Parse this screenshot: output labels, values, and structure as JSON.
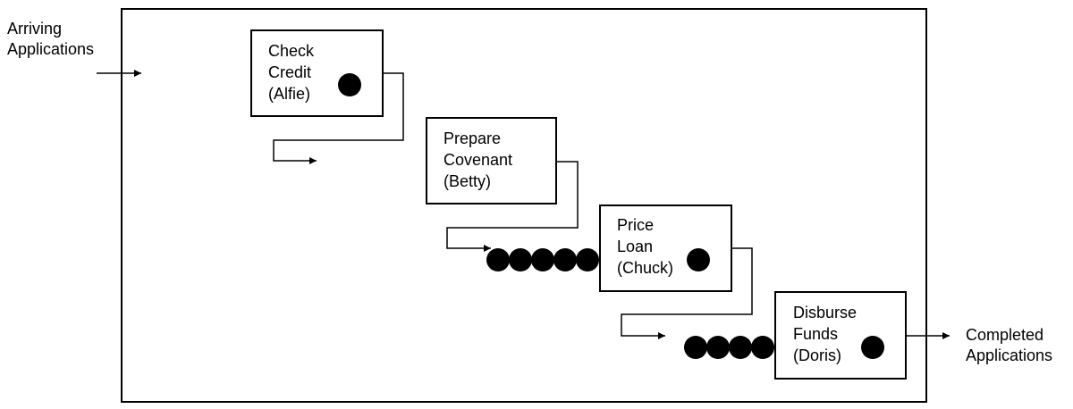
{
  "input_label": [
    "Arriving",
    "Applications"
  ],
  "output_label": [
    "Completed",
    "Applications"
  ],
  "stations": [
    {
      "lines": [
        "Check",
        "Credit",
        "(Alfie)"
      ],
      "in_service": 1,
      "queue": 0
    },
    {
      "lines": [
        "Prepare",
        "Covenant",
        "(Betty)"
      ],
      "in_service": 0,
      "queue": 0
    },
    {
      "lines": [
        "Price",
        "Loan",
        "(Chuck)"
      ],
      "in_service": 1,
      "queue": 5
    },
    {
      "lines": [
        "Disburse",
        "Funds",
        "(Doris)"
      ],
      "in_service": 1,
      "queue": 4
    }
  ]
}
